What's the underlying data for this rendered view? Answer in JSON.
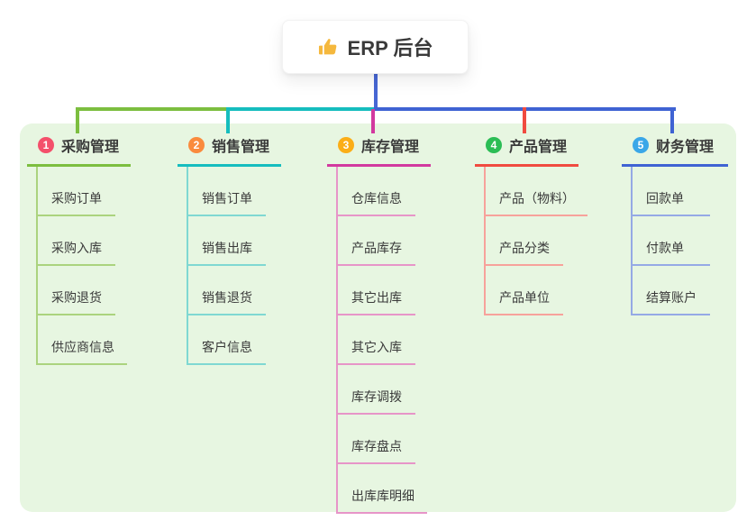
{
  "root": {
    "icon": "thumbs-up",
    "label": "ERP 后台"
  },
  "colors": {
    "page_bg": "#ffffff",
    "panel_bg": "#e7f6e1",
    "text": "#3a3a3a",
    "stem": "#4767d4",
    "icon_yellow": "#f5b83d"
  },
  "branches": [
    {
      "badge": "1",
      "label": "采购管理",
      "badge_color": "#f4506b",
      "line_color": "#7cbe3f",
      "sub_line_color": "#abd37e",
      "items": [
        "采购订单",
        "采购入库",
        "采购退货",
        "供应商信息"
      ]
    },
    {
      "badge": "2",
      "label": "销售管理",
      "badge_color": "#fa8b3d",
      "line_color": "#16bdbe",
      "sub_line_color": "#7fd8d2",
      "items": [
        "销售订单",
        "销售出库",
        "销售退货",
        "客户信息"
      ]
    },
    {
      "badge": "3",
      "label": "库存管理",
      "badge_color": "#fbae17",
      "line_color": "#d2399f",
      "sub_line_color": "#e795c8",
      "items": [
        "仓库信息",
        "产品库存",
        "其它出库",
        "其它入库",
        "库存调拨",
        "库存盘点",
        "出库库明细"
      ]
    },
    {
      "badge": "4",
      "label": "产品管理",
      "badge_color": "#2bbd55",
      "line_color": "#f04b40",
      "sub_line_color": "#f7a29b",
      "items": [
        "产品（物料）",
        "产品分类",
        "产品单位"
      ]
    },
    {
      "badge": "5",
      "label": "财务管理",
      "badge_color": "#3aa7e8",
      "line_color": "#3f63d3",
      "sub_line_color": "#95a9e5",
      "items": [
        "回款单",
        "付款单",
        "结算账户"
      ]
    }
  ]
}
